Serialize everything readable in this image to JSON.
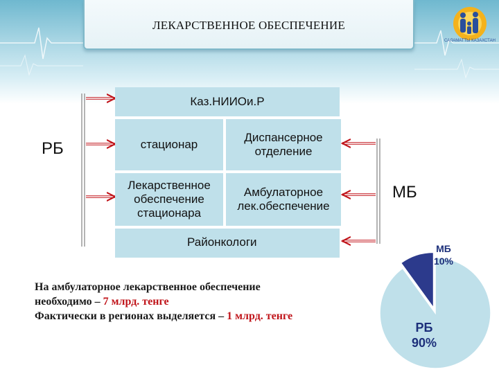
{
  "header": {
    "title": "ЛЕКАРСТВЕННОЕ ОБЕСПЕЧЕНИЕ",
    "logo_text": "САЛАМАТТЫ КАЗАХСТАН"
  },
  "diagram": {
    "left_label": "РБ",
    "right_label": "МБ",
    "boxes": {
      "top": "Каз.НИИОи.Р",
      "inpatient": "стационар",
      "dispensary": "Диспансерное отделение",
      "inpatient_drug_supply": "Лекарственное обеспечение стационара",
      "outpatient_drug_supply": "Амбулаторное лек.обеспечение",
      "district_oncologists": "Районкологи"
    }
  },
  "note": {
    "line1": "На амбулаторное лекарственное обеспечение",
    "line2_prefix": "необходимо – ",
    "line2_value": "7 млрд. тенге",
    "line3_prefix": "Фактически в регионах выделяется – ",
    "line3_value": "1 млрд. тенге"
  },
  "chart_data": {
    "type": "pie",
    "slices": [
      {
        "name": "МБ",
        "value": 10,
        "label": "10%",
        "color": "#2c3a8c"
      },
      {
        "name": "РБ",
        "value": 90,
        "label": "90%",
        "color": "#bfe0ea"
      }
    ]
  },
  "colors": {
    "box_fill": "#bfe0ea",
    "arrow": "#c0141a",
    "accent_red": "#c0141a",
    "pie_dark": "#2c3a8c"
  }
}
